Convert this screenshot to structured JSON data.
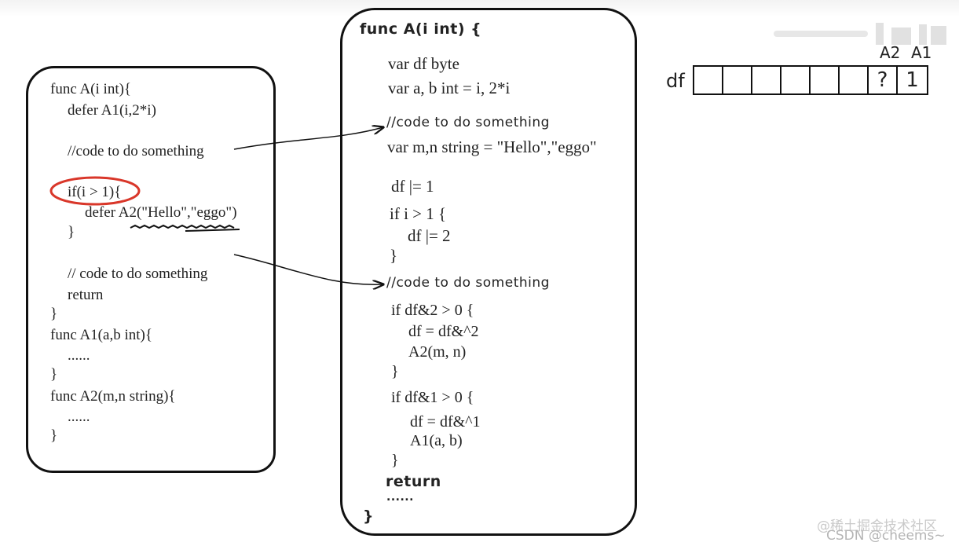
{
  "left_code": {
    "lines": [
      "func A(i int){",
      "defer A1(i,2*i)",
      "//code to do something",
      "if(i > 1){",
      "defer A2(\"Hello\",\"eggo\")",
      "}",
      "// code to do something",
      "return",
      "}",
      "func A1(a,b int){",
      "......",
      "}",
      "func A2(m,n string){",
      "......",
      "}"
    ]
  },
  "mid_code": {
    "lines": [
      "func A(i int) {",
      "var df byte",
      "var a, b int = i, 2*i",
      "//code to do something",
      "var m,n string = \"Hello\",\"eggo\"",
      "df |= 1",
      "if i > 1 {",
      "df |= 2",
      "}",
      "//code to do something",
      "if df&2 > 0 {",
      "df = df&^2",
      "A2(m, n)",
      "}",
      "if df&1 > 0 {",
      "df = df&^1",
      "A1(a, b)",
      "}",
      "return",
      "......",
      "}"
    ]
  },
  "df_array": {
    "label": "df",
    "cells": [
      "",
      "",
      "",
      "",
      "",
      "",
      "?",
      "1"
    ],
    "column_labels": [
      "A2",
      "A1"
    ]
  },
  "watermark": {
    "line1": "@稀土掘金技术社区",
    "line2": "CSDN @cheems~"
  },
  "colors": {
    "highlight_circle": "#d9372a",
    "ink": "#111111"
  }
}
